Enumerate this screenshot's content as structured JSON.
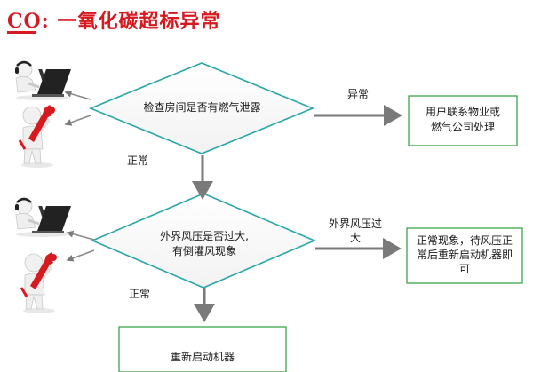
{
  "title": "CO: 一氧化碳超标异常",
  "decision1": {
    "text": "检查房间是否有燃气泄露"
  },
  "decision2": {
    "line1": "外界风压是否过大,",
    "line2": "有倒灌风现象"
  },
  "box1": {
    "line1": "用户联系物业或",
    "line2": "燃气公司处理"
  },
  "box2": {
    "line1": "正常现象，待风压正",
    "line2": "常后重新启动机器即",
    "line3": "可"
  },
  "box3": {
    "text": "重新启动机器"
  },
  "labels": {
    "abnormal": "异常",
    "normal1": "正常",
    "wind1": "外界风压过",
    "wind2": "大",
    "normal2": "正常"
  },
  "colors": {
    "title": "#d71920",
    "diamond_stroke": "#2aa6a6",
    "box_stroke": "#3aa647",
    "arrow": "#808080",
    "wrench": "#d71920"
  },
  "icons": [
    "person-laptop-icon",
    "person-wrench-icon"
  ]
}
